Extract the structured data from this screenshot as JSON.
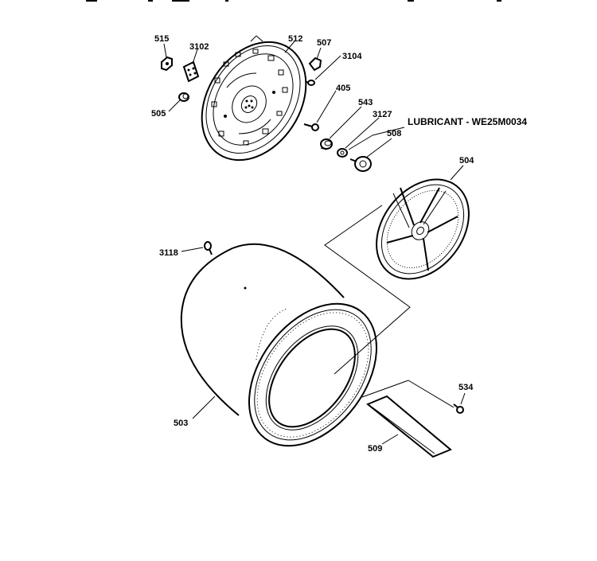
{
  "note": "LUBRICANT - WE25M0034",
  "callouts": {
    "p515": "515",
    "p3102": "3102",
    "p512": "512",
    "p507": "507",
    "p3104": "3104",
    "p505": "505",
    "p405": "405",
    "p543": "543",
    "p3127": "3127",
    "p508": "508",
    "p504": "504",
    "p3118": "3118",
    "p503": "503",
    "p534": "534",
    "p509": "509"
  }
}
